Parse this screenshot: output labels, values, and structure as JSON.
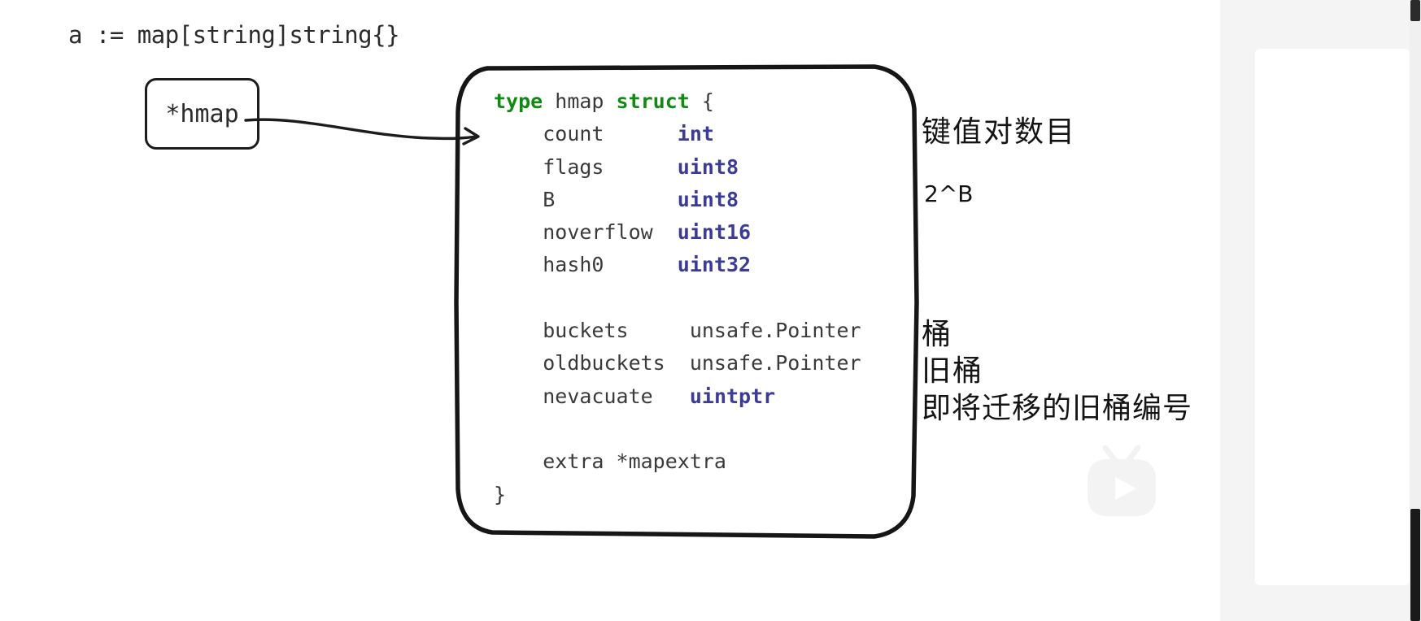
{
  "declaration": "a := map[string]string{}",
  "pointer_box": {
    "label": "*hmap"
  },
  "code_block": {
    "lines": [
      {
        "indent": 0,
        "segments": [
          {
            "text": "type",
            "style": "keyword"
          },
          {
            "text": " hmap ",
            "style": "plain"
          },
          {
            "text": "struct",
            "style": "keyword"
          },
          {
            "text": " {",
            "style": "plain"
          }
        ]
      },
      {
        "indent": 1,
        "segments": [
          {
            "text": "count      ",
            "style": "plain"
          },
          {
            "text": "int",
            "style": "type"
          }
        ]
      },
      {
        "indent": 1,
        "segments": [
          {
            "text": "flags      ",
            "style": "plain"
          },
          {
            "text": "uint8",
            "style": "type"
          }
        ]
      },
      {
        "indent": 1,
        "segments": [
          {
            "text": "B          ",
            "style": "plain"
          },
          {
            "text": "uint8",
            "style": "type"
          }
        ]
      },
      {
        "indent": 1,
        "segments": [
          {
            "text": "noverflow  ",
            "style": "plain"
          },
          {
            "text": "uint16",
            "style": "type"
          }
        ]
      },
      {
        "indent": 1,
        "segments": [
          {
            "text": "hash0      ",
            "style": "plain"
          },
          {
            "text": "uint32",
            "style": "type"
          }
        ]
      },
      {
        "indent": 0,
        "segments": []
      },
      {
        "indent": 1,
        "segments": [
          {
            "text": "buckets     unsafe.Pointer",
            "style": "plain"
          }
        ]
      },
      {
        "indent": 1,
        "segments": [
          {
            "text": "oldbuckets  unsafe.Pointer",
            "style": "plain"
          }
        ]
      },
      {
        "indent": 1,
        "segments": [
          {
            "text": "nevacuate   ",
            "style": "plain"
          },
          {
            "text": "uintptr",
            "style": "type"
          }
        ]
      },
      {
        "indent": 0,
        "segments": []
      },
      {
        "indent": 1,
        "segments": [
          {
            "text": "extra *mapextra",
            "style": "plain"
          }
        ]
      },
      {
        "indent": 0,
        "segments": [
          {
            "text": "}",
            "style": "plain"
          }
        ]
      }
    ]
  },
  "annotations": [
    {
      "text": "键值对数目"
    },
    {
      "text": "2^B"
    },
    {
      "text": "桶"
    },
    {
      "text": "旧桶"
    },
    {
      "text": "即将迁移的旧桶编号"
    }
  ],
  "colors": {
    "keyword_green": "#128a12",
    "type_blue": "#3c3c96",
    "ink_black": "#1c1c1c",
    "code_gray": "#3a3a3a",
    "page_gray": "#f4f4f5"
  },
  "watermark": {
    "name": "bilibili-tv-play-logo"
  }
}
